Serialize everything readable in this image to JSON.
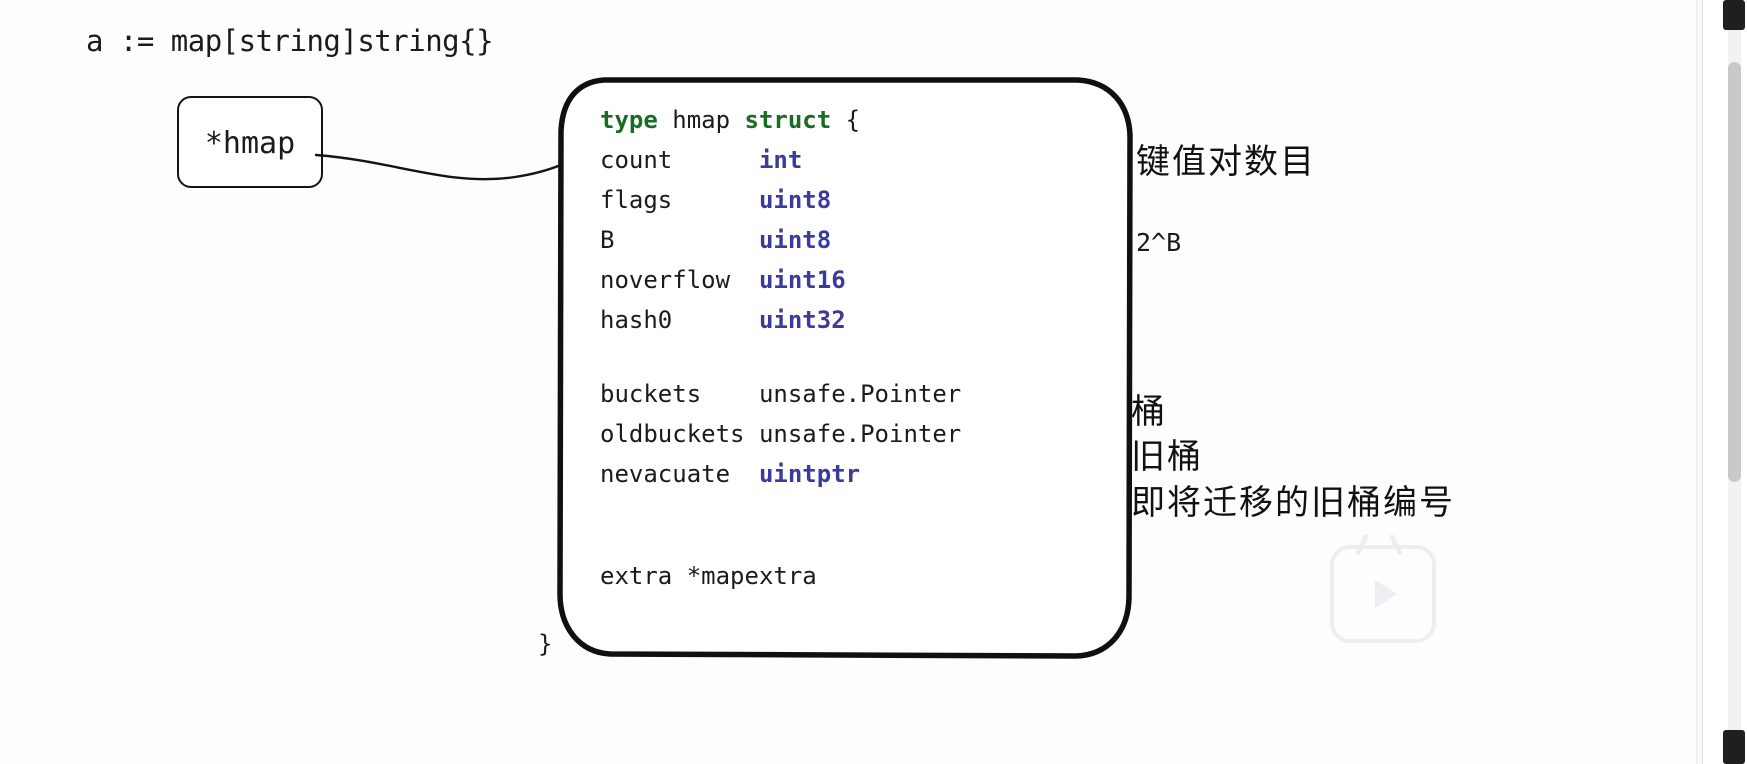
{
  "declaration": {
    "text": "a := map[string]string{}"
  },
  "pointer_box": {
    "label": "*hmap"
  },
  "struct_code": {
    "header": {
      "keyword_type": "type",
      "name": "hmap",
      "keyword_struct": "struct",
      "brace_open": "{"
    },
    "fields": [
      {
        "name": "count",
        "type": "int",
        "type_style": "primitive"
      },
      {
        "name": "flags",
        "type": "uint8",
        "type_style": "primitive"
      },
      {
        "name": "B",
        "type": "uint8",
        "type_style": "primitive"
      },
      {
        "name": "noverflow",
        "type": "uint16",
        "type_style": "primitive"
      },
      {
        "name": "hash0",
        "type": "uint32",
        "type_style": "primitive"
      },
      {
        "name": "buckets",
        "type": "unsafe.Pointer",
        "type_style": "plain"
      },
      {
        "name": "oldbuckets",
        "type": "unsafe.Pointer",
        "type_style": "plain"
      },
      {
        "name": "nevacuate",
        "type": "uintptr",
        "type_style": "primitive"
      },
      {
        "name": "extra",
        "type": "*mapextra",
        "type_style": "plain"
      }
    ],
    "lines": [
      "type hmap struct {",
      "    count      int",
      "    flags      uint8",
      "    B          uint8",
      "    noverflow  uint16",
      "    hash0      uint32",
      "",
      "    buckets    unsafe.Pointer",
      "    oldbuckets unsafe.Pointer",
      "    nevacuate  uintptr",
      "",
      "    extra *mapextra",
      "}"
    ],
    "brace_close": "}",
    "extra_line": "extra *mapextra"
  },
  "annotations": [
    {
      "id": "count-note",
      "text": "键值对数目",
      "refers_to": "count"
    },
    {
      "id": "b-note",
      "text": "2^B",
      "refers_to": "B"
    },
    {
      "id": "buckets-note",
      "text": "桶",
      "refers_to": "buckets"
    },
    {
      "id": "oldbuckets-note",
      "text": "旧桶",
      "refers_to": "oldbuckets"
    },
    {
      "id": "nevacuate-note",
      "text": "即将迁移的旧桶编号",
      "refers_to": "nevacuate"
    }
  ],
  "colors": {
    "keyword_green": "#1a6b23",
    "type_indigo": "#3b3b9e",
    "text_black": "#1b1b1b",
    "outline_black": "#141414",
    "scrollbar_thumb": "#c9c9c9",
    "watermark_gray": "#eceef2"
  }
}
